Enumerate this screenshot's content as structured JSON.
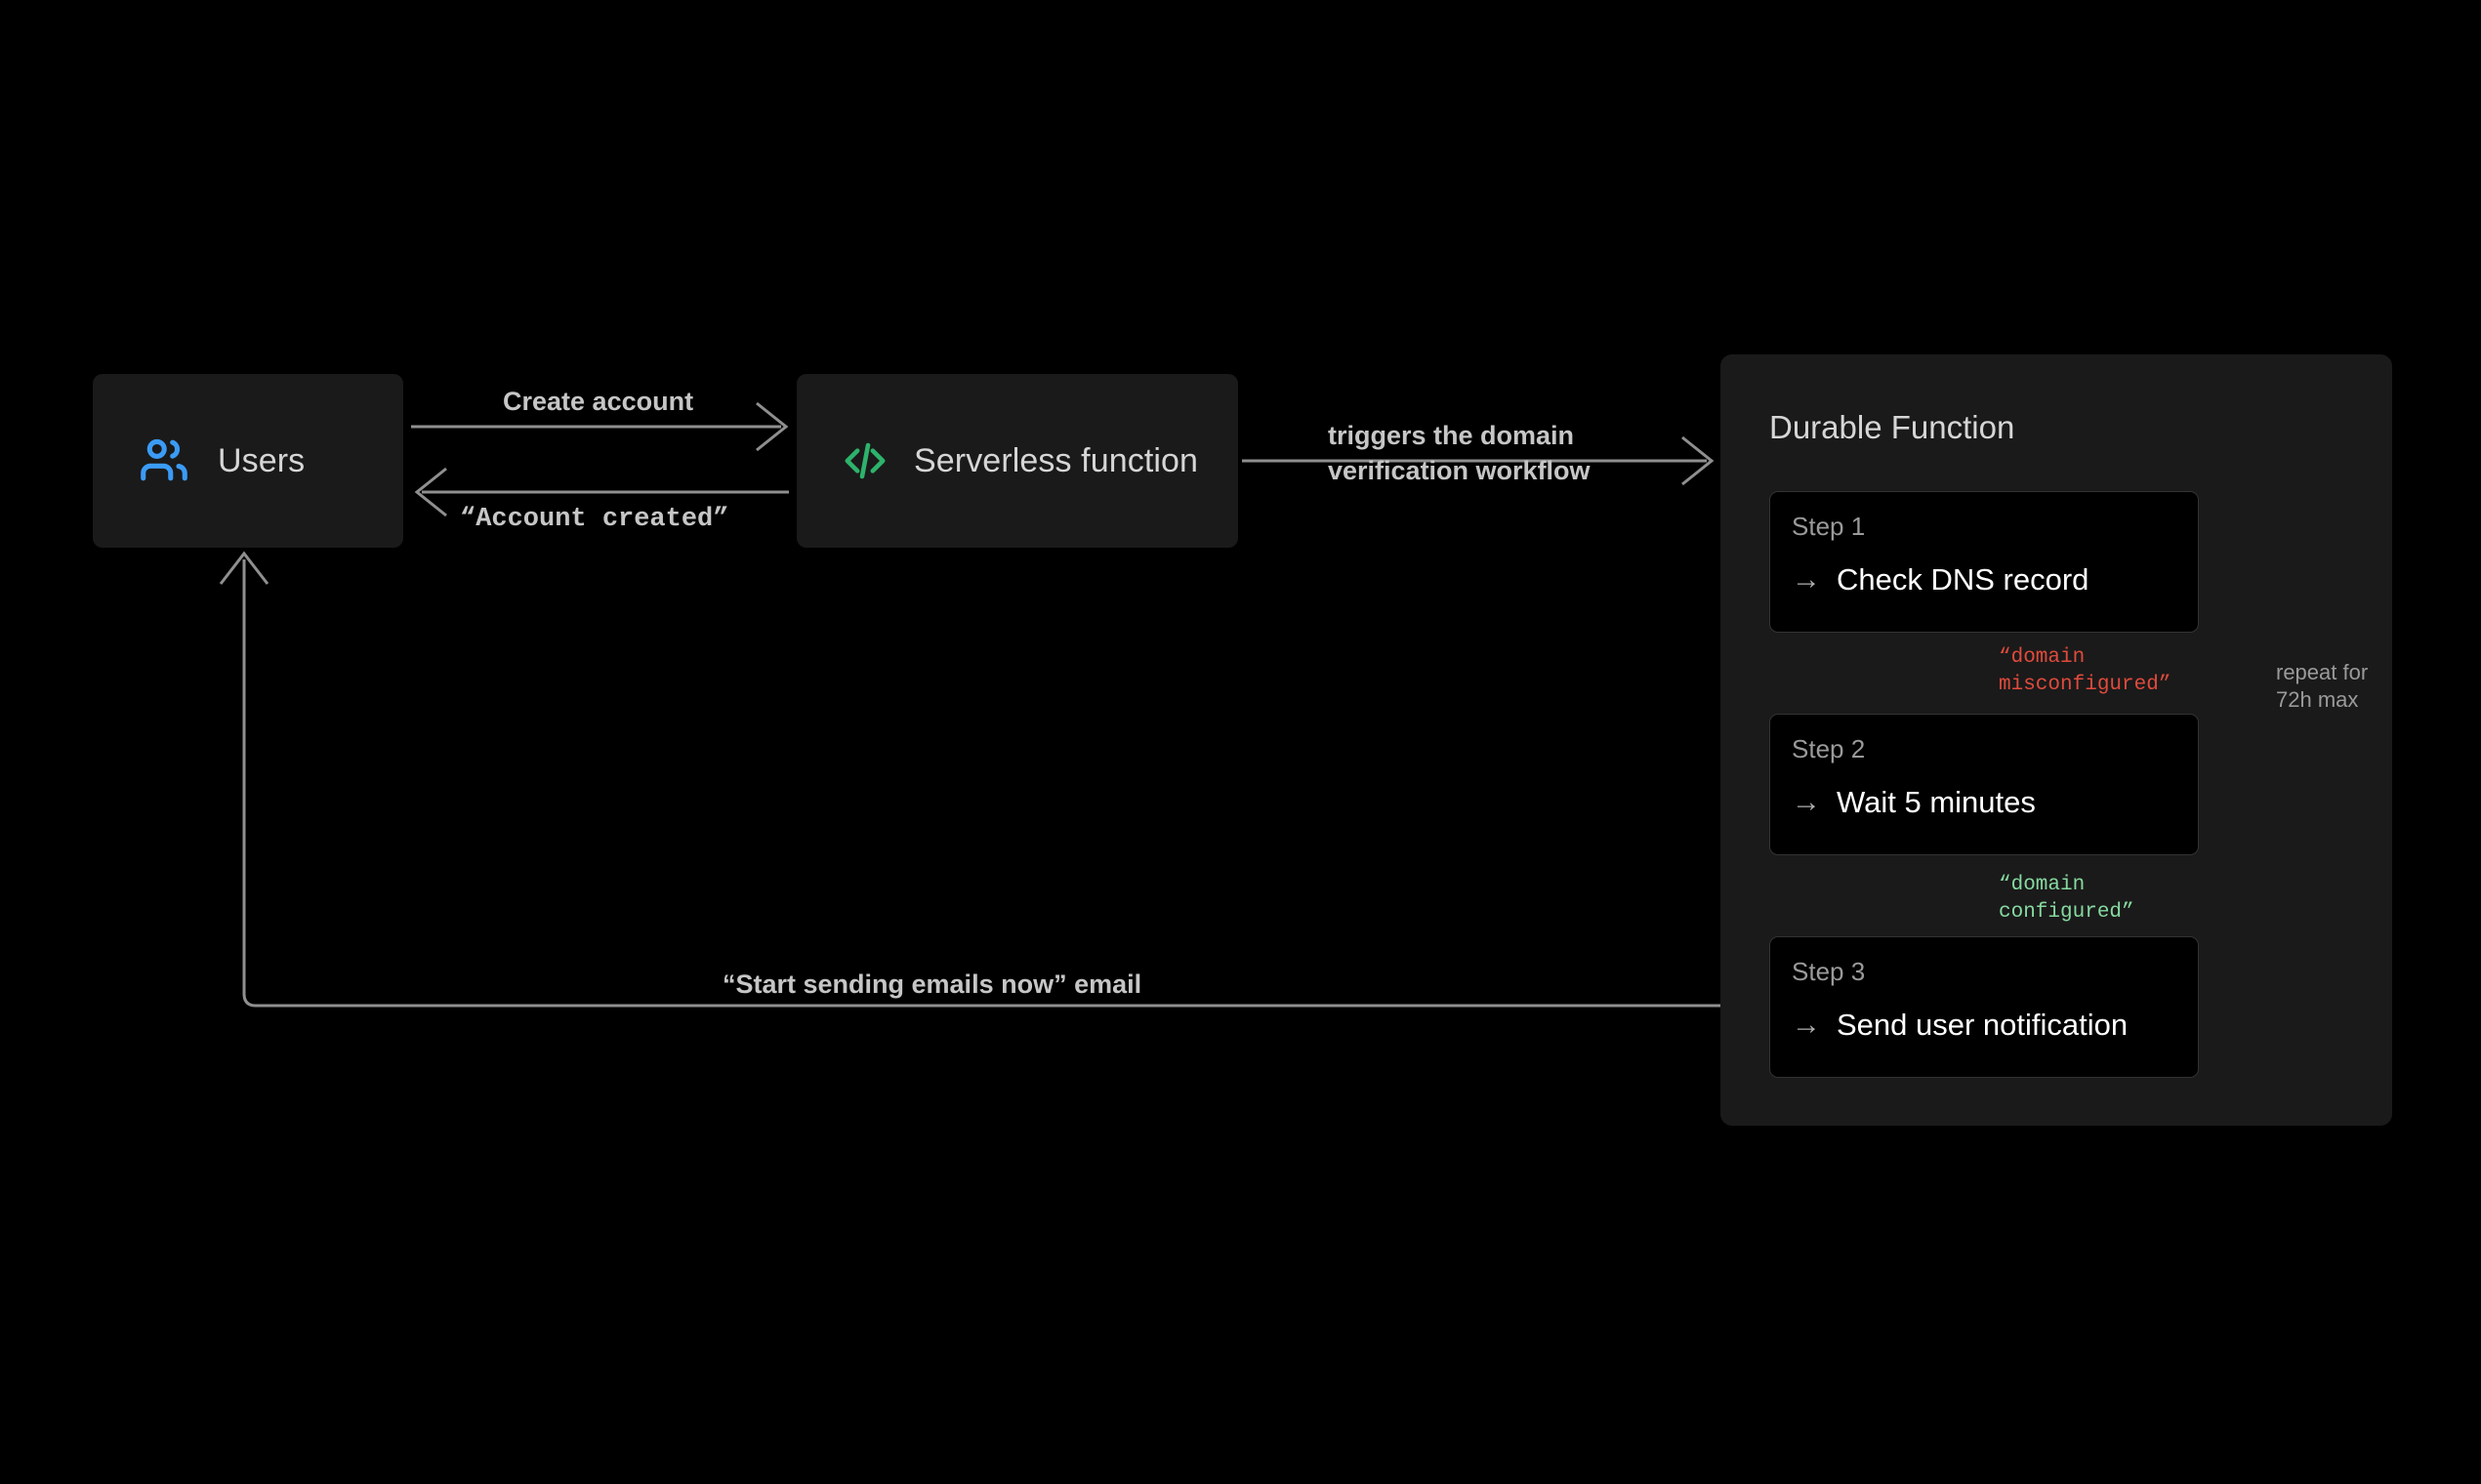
{
  "page": {
    "background": "#000000",
    "panel_bg": "#1a1a1a",
    "card_bg": "#000000",
    "card_border": "#333333",
    "line_color": "#8f8f8f",
    "text_primary": "#ffffff",
    "text_secondary": "#c6c6c6",
    "text_muted": "#9a9a9a",
    "accent_blue": "#3b9bf5",
    "accent_green": "#2db36b",
    "status_red": "#e04a3c",
    "status_green": "#86d9a0"
  },
  "nodes": {
    "users": {
      "label": "Users",
      "icon": "users-icon"
    },
    "serverless": {
      "label": "Serverless function",
      "icon": "code-icon"
    }
  },
  "panel": {
    "title": "Durable Function",
    "steps": [
      {
        "kicker": "Step 1",
        "arrow": "→",
        "text": "Check DNS record"
      },
      {
        "kicker": "Step 2",
        "arrow": "→",
        "text": "Wait 5 minutes"
      },
      {
        "kicker": "Step 3",
        "arrow": "→",
        "text": "Send user notification"
      }
    ]
  },
  "edges": {
    "create_account": "Create account",
    "account_created": "“Account created”",
    "triggers_workflow": "triggers the domain\nverification workflow",
    "start_sending": "“Start sending emails now” email",
    "domain_misconfigured": "“domain\nmisconfigured”",
    "domain_configured": "“domain\nconfigured”",
    "repeat_loop": "repeat for\n72h max"
  }
}
